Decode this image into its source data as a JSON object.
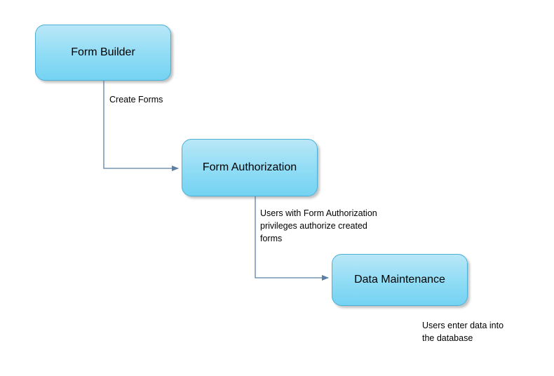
{
  "diagram": {
    "type": "flow-diagram",
    "background": "#ffffff",
    "node_fill_top": "#b9e7f7",
    "node_fill_bottom": "#74d3f2",
    "node_border": "#4ab0d6",
    "connector_color": "#5b7fa6",
    "nodes": [
      {
        "id": "form-builder",
        "label": "Form Builder"
      },
      {
        "id": "form-authorization",
        "label": "Form Authorization"
      },
      {
        "id": "data-maintenance",
        "label": "Data Maintenance"
      }
    ],
    "edges": [
      {
        "id": "create-forms",
        "label": "Create Forms",
        "from": "form-builder",
        "to": "form-authorization"
      },
      {
        "id": "authorize-forms",
        "label": "Users with  Form  Authorization\nprivileges    authorize    created\nforms",
        "from": "form-authorization",
        "to": "data-maintenance"
      }
    ],
    "annotations": [
      {
        "id": "data-entry-note",
        "label": "Users enter data into\nthe database"
      }
    ]
  }
}
